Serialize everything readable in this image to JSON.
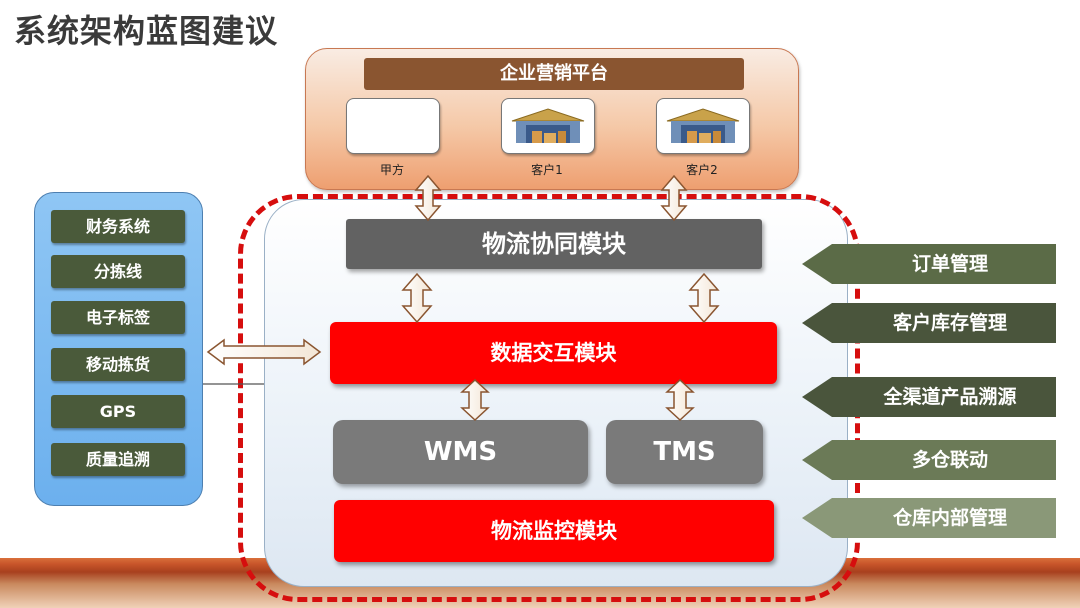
{
  "title": "系统架构蓝图建议",
  "platform": {
    "title": "企业营销平台",
    "parties": [
      {
        "label": "甲方",
        "icon": "blank-box"
      },
      {
        "label": "客户1",
        "icon": "warehouse-icon"
      },
      {
        "label": "客户2",
        "icon": "warehouse-icon"
      }
    ]
  },
  "core": {
    "collab": "物流协同模块",
    "exchange": "数据交互模块",
    "wms": "WMS",
    "tms": "TMS",
    "monitor": "物流监控模块"
  },
  "left_panel": {
    "items": [
      "财务系统",
      "分拣线",
      "电子标签",
      "移动拣货",
      "GPS",
      "质量追溯"
    ]
  },
  "right_arrows": [
    {
      "label": "订单管理",
      "color": "#5b6b47"
    },
    {
      "label": "客户库存管理",
      "color": "#4a553c"
    },
    {
      "label": "全渠道产品溯源",
      "color": "#4a553c"
    },
    {
      "label": "多仓联动",
      "color": "#6b7a57"
    },
    {
      "label": "仓库内部管理",
      "color": "#8a9878"
    }
  ],
  "colors": {
    "accent_red": "#ff0000",
    "dashed_border": "#d60e0e",
    "module_gray": "#626262",
    "platform_bar": "#8a5530"
  }
}
